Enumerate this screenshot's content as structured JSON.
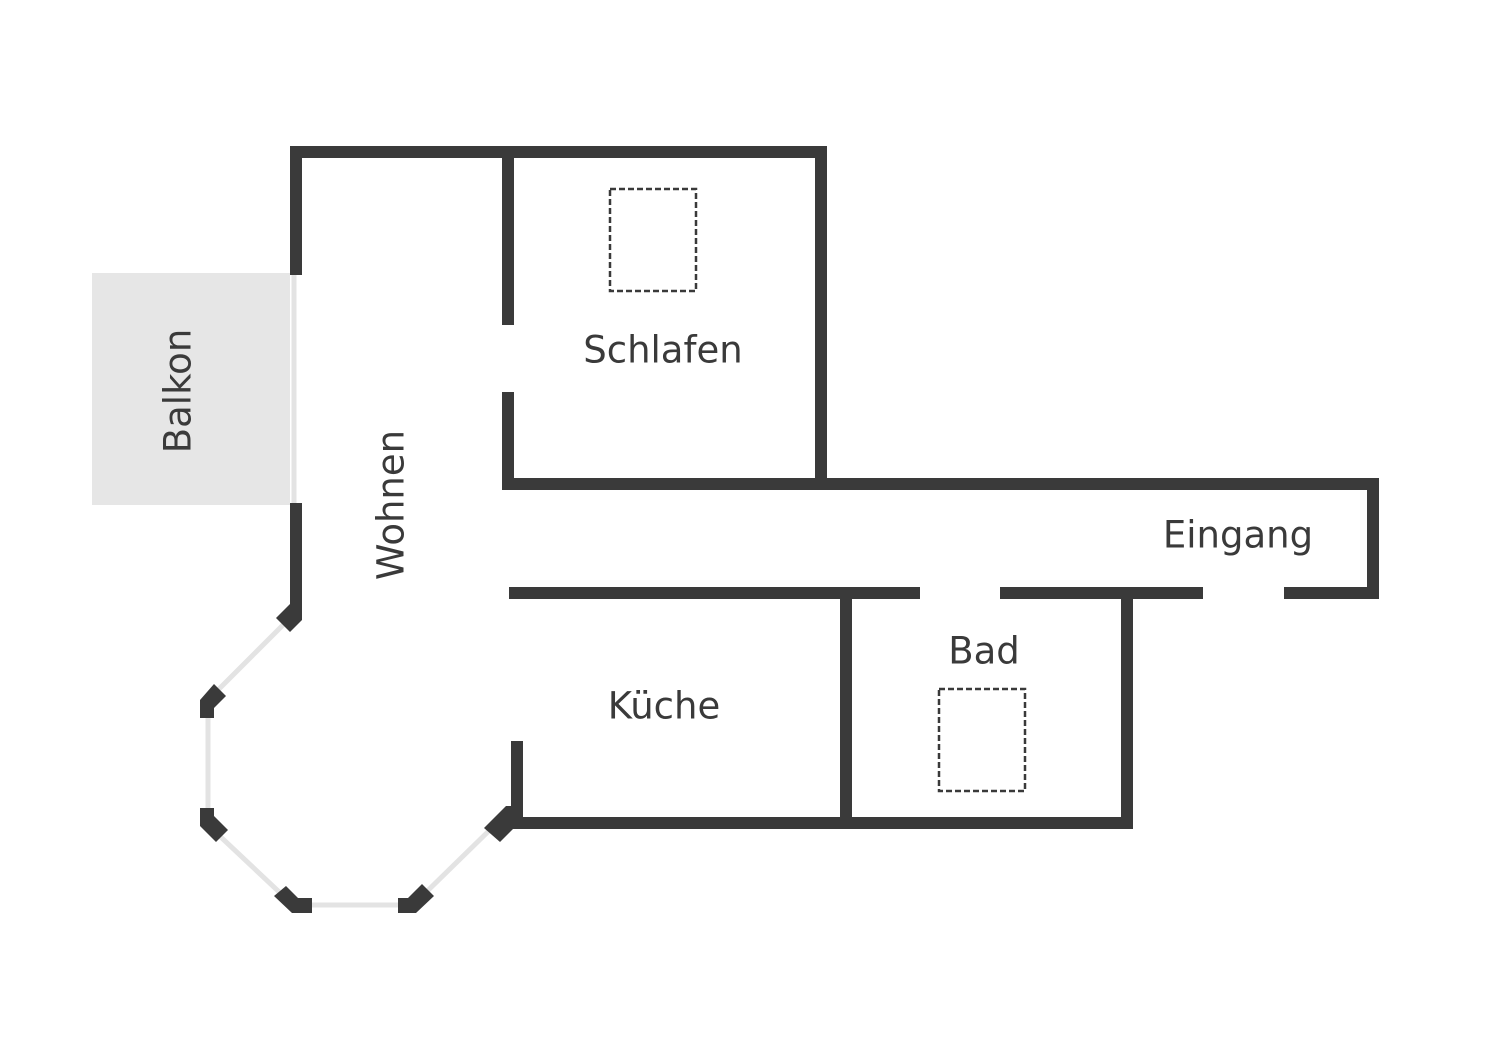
{
  "rooms": {
    "balkon": "Balkon",
    "wohnen": "Wohnen",
    "schlafen": "Schlafen",
    "eingang": "Eingang",
    "bad": "Bad",
    "kueche": "Küche"
  },
  "colors": {
    "wall": "#3a3a3a",
    "balcony": "#e6e6e6",
    "window": "#e3e3e3",
    "background": "#ffffff"
  }
}
